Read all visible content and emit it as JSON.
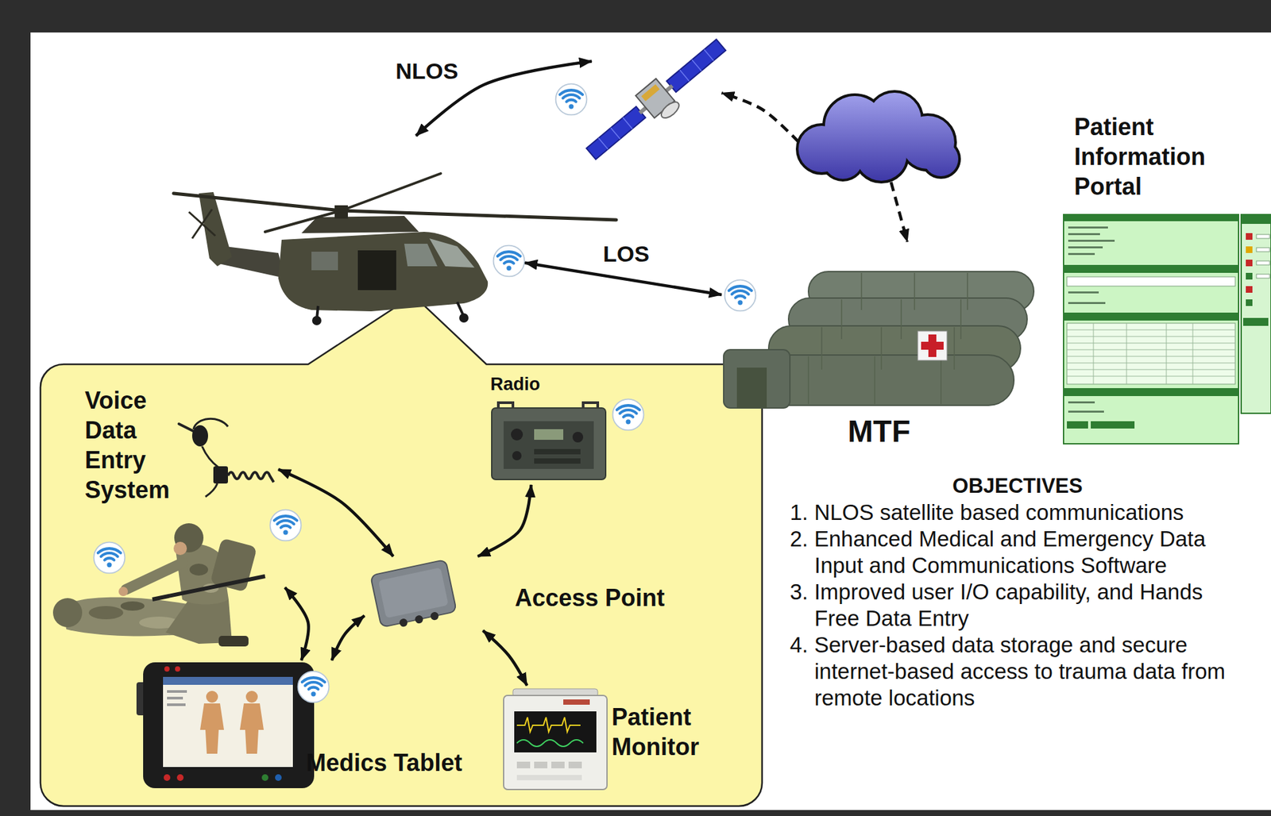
{
  "diagram": {
    "nodes": [
      {
        "text": []
      },
      {
        "text": []
      },
      {
        "text": [
          "Patient Information Portal"
        ]
      },
      {
        "text": []
      },
      {
        "text": [
          "MTF"
        ]
      },
      {
        "text": []
      },
      {
        "text": [
          "Voice Data Entry System"
        ],
        "in": 5
      },
      {
        "text": [
          "Radio"
        ],
        "in": 5
      },
      {
        "text": [],
        "in": 5
      },
      {
        "text": [
          "Access Point"
        ],
        "in": 5
      },
      {
        "text": [
          "Medics Tablet"
        ],
        "in": 5
      },
      {
        "text": [
          "Patient Monitor"
        ],
        "in": 5
      }
    ],
    "edges": [
      {
        "from": 3,
        "to": 0,
        "arrow": "both",
        "label": "NLOS"
      },
      {
        "from": 1,
        "to": 0,
        "arrow": "to"
      },
      {
        "from": 1,
        "to": 4,
        "arrow": "to"
      },
      {
        "from": 3,
        "to": 4,
        "arrow": "both",
        "label": "LOS"
      },
      {
        "from": 6,
        "to": 9,
        "arrow": "both"
      },
      {
        "from": 7,
        "to": 9,
        "arrow": "both"
      },
      {
        "from": 8,
        "to": 10,
        "arrow": "both"
      },
      {
        "from": 10,
        "to": 9,
        "arrow": "both"
      },
      {
        "from": 9,
        "to": 11,
        "arrow": "both"
      }
    ],
    "labels": [
      "OBJECTIVES",
      "1. NLOS satellite based communications",
      "2. Enhanced Medical and Emergency Data Input and Communications Software",
      "3. Improved user I/O capability, and Hands Free Data Entry",
      "4. Server-based data storage and secure internet-based access to trauma data from remote locations"
    ]
  }
}
